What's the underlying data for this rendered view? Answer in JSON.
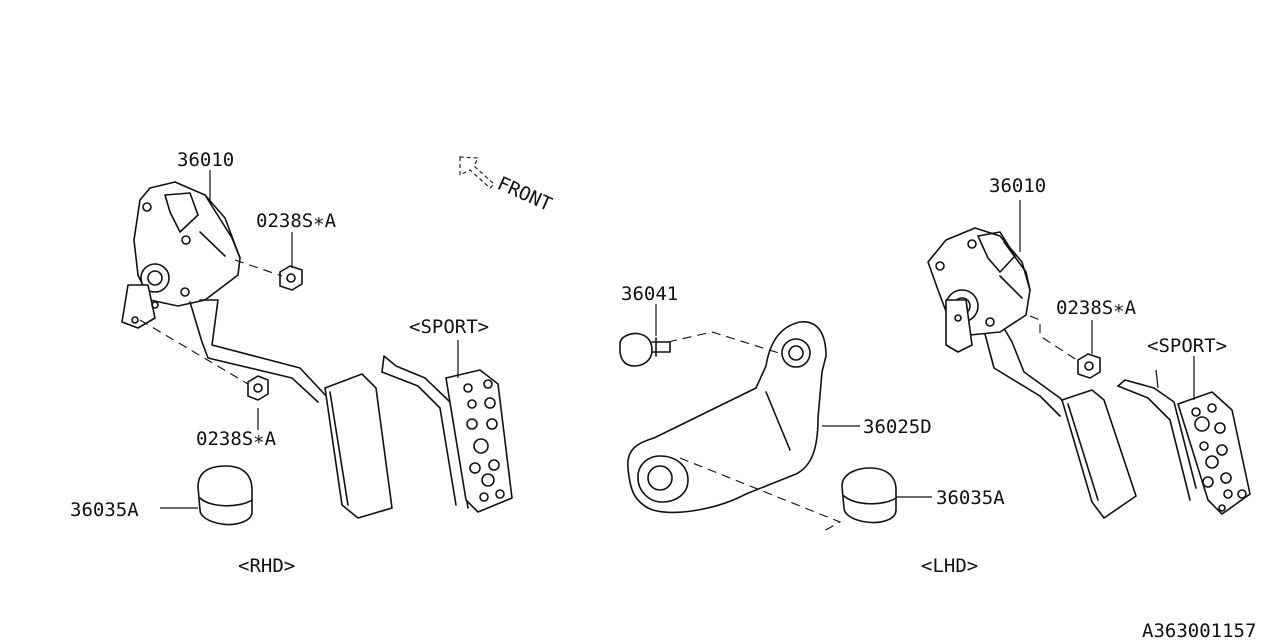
{
  "labels": {
    "rhd_module": "36010",
    "rhd_nut_top": "0238S∗A",
    "rhd_nut_bottom": "0238S∗A",
    "rhd_stopper": "36035A",
    "rhd_sport": "<SPORT>",
    "rhd_region": "<RHD>",
    "front": "FRONT",
    "center_bolt": "36041",
    "center_bracket": "36025D",
    "center_stopper": "36035A",
    "lhd_region": "<LHD>",
    "lhd_module": "36010",
    "lhd_nut": "0238S∗A",
    "lhd_sport": "<SPORT>",
    "reference": "A363001157"
  }
}
